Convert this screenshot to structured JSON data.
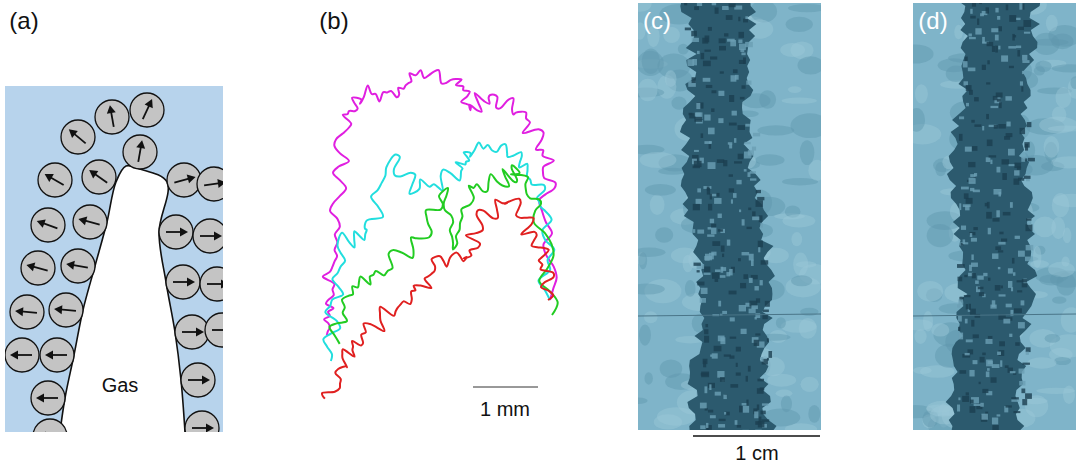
{
  "diagram": {
    "labels": [
      "(a)",
      "(b)",
      "Gas",
      "1 mm",
      "(c)",
      "1 cm",
      "(d)"
    ]
  }
}
